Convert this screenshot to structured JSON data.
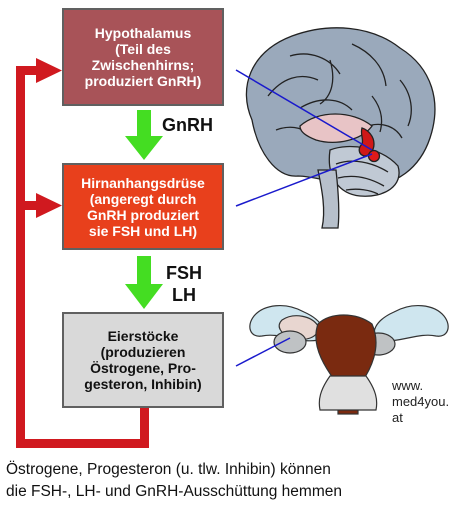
{
  "diagram": {
    "hypothalamus_box": "Hypothalamus\n(Teil des\nZwischenhirns;\nproduziert GnRH)",
    "pituitary_box": "Hirnanhangsdrüse\n(angeregt durch\nGnRH produziert\nsie FSH und LH)",
    "ovaries_box": "Eierstöcke\n(produzieren\nÖstrogene, Pro-\ngesteron, Inhibin)",
    "arrow1_label": "GnRH",
    "arrow2_label": "FSH\nLH",
    "credit": "www.\nmed4you.\nat",
    "caption": "Östrogene, Progesteron (u. tlw. Inhibin) können\ndie FSH-, LH- und GnRH-Ausschüttung hemmen"
  },
  "colors": {
    "hypothalamus": "#a85358",
    "pituitary": "#e8401c",
    "ovaries": "#d9d9d9",
    "feedback_arrow": "#d0191f",
    "hormone_arrow": "#44dd22",
    "pointer_line": "#1a1acc"
  }
}
